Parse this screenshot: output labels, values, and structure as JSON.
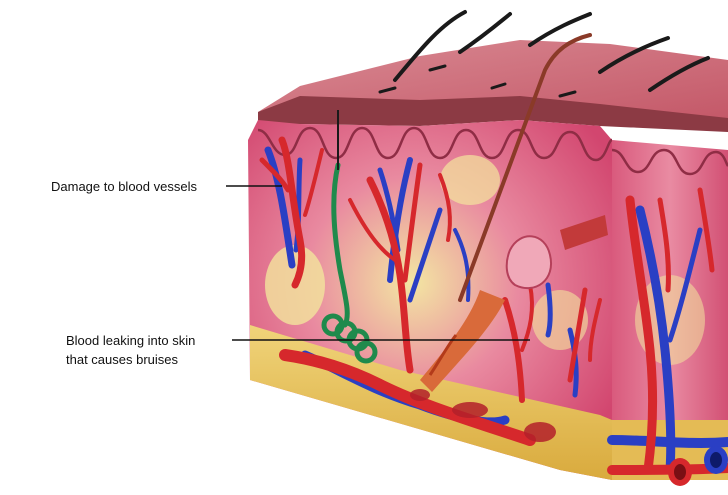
{
  "annotations": {
    "damage_label": "Damage to blood vessels",
    "leak_label_line1": "Blood leaking into skin",
    "leak_label_line2": "that causes bruises"
  },
  "colors": {
    "epidermis_top": "#c8647a",
    "dermis": "#d9587a",
    "dermis_yellow": "#f1e39a",
    "artery": "#d6282c",
    "vein": "#2a3fc4",
    "nerve": "#1f8a4c",
    "fat": "#e8c25a",
    "hair": "#1a1a1a"
  }
}
